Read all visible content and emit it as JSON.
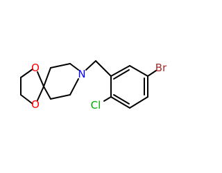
{
  "colors": {
    "background": "#ffffff",
    "bond": "#000000",
    "O": "#ff0000",
    "N": "#0000ff",
    "Cl": "#00aa00",
    "Br": "#a52a2a"
  },
  "atoms": {
    "O1": {
      "label": "O",
      "element": "O"
    },
    "O2": {
      "label": "O",
      "element": "O"
    },
    "N": {
      "label": "N",
      "element": "N"
    },
    "Cl": {
      "label": "Cl",
      "element": "Cl"
    },
    "Br": {
      "label": "Br",
      "element": "Br"
    }
  }
}
